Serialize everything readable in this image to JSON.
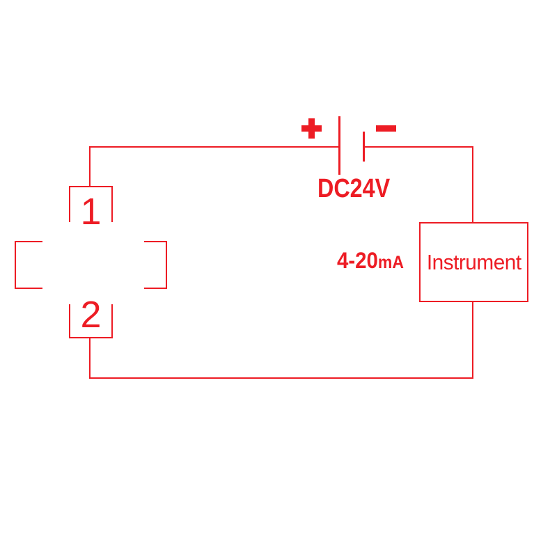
{
  "colors": {
    "accent": "#ED1C24",
    "background": "#FFFFFF"
  },
  "battery": {
    "plus": "+",
    "minus": "−",
    "voltage": "DC24V"
  },
  "loop": {
    "current_value": "4-20",
    "current_unit": "mA"
  },
  "instrument": {
    "label": "Instrument"
  },
  "sensor": {
    "terminal_top": "1",
    "terminal_bottom": "2"
  }
}
